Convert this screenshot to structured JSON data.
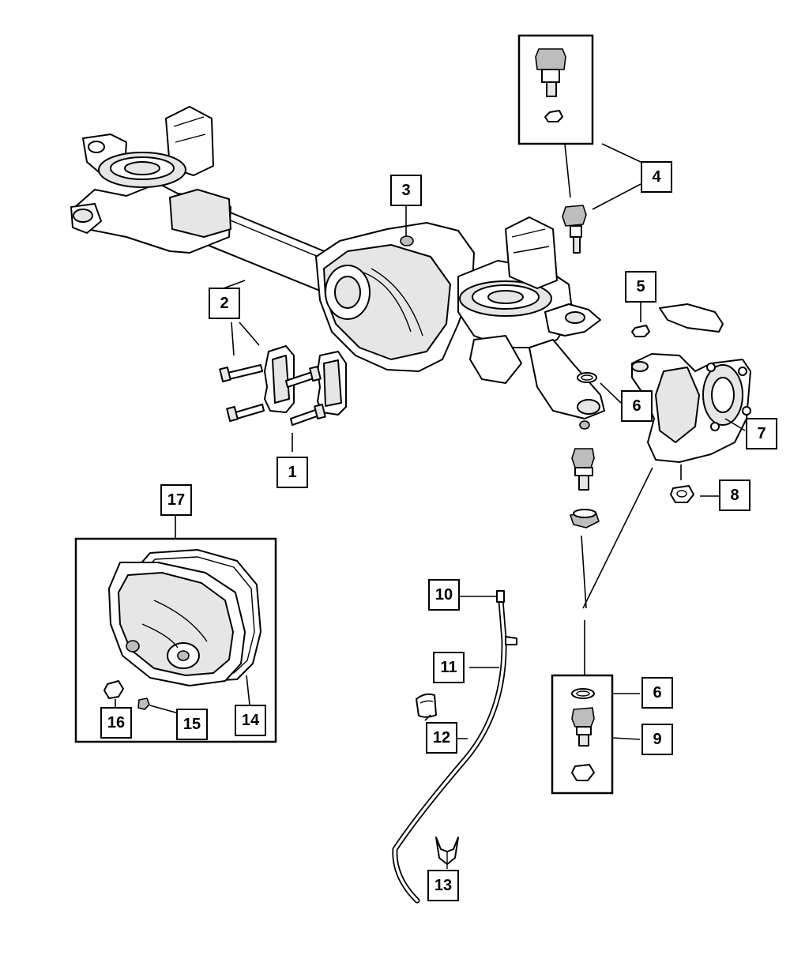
{
  "callouts": {
    "c1": "1",
    "c2": "2",
    "c3": "3",
    "c4": "4",
    "c5": "5",
    "c6a": "6",
    "c6b": "6",
    "c7": "7",
    "c8": "8",
    "c9": "9",
    "c10": "10",
    "c11": "11",
    "c12": "12",
    "c13": "13",
    "c14": "14",
    "c15": "15",
    "c16": "16",
    "c17": "17"
  }
}
